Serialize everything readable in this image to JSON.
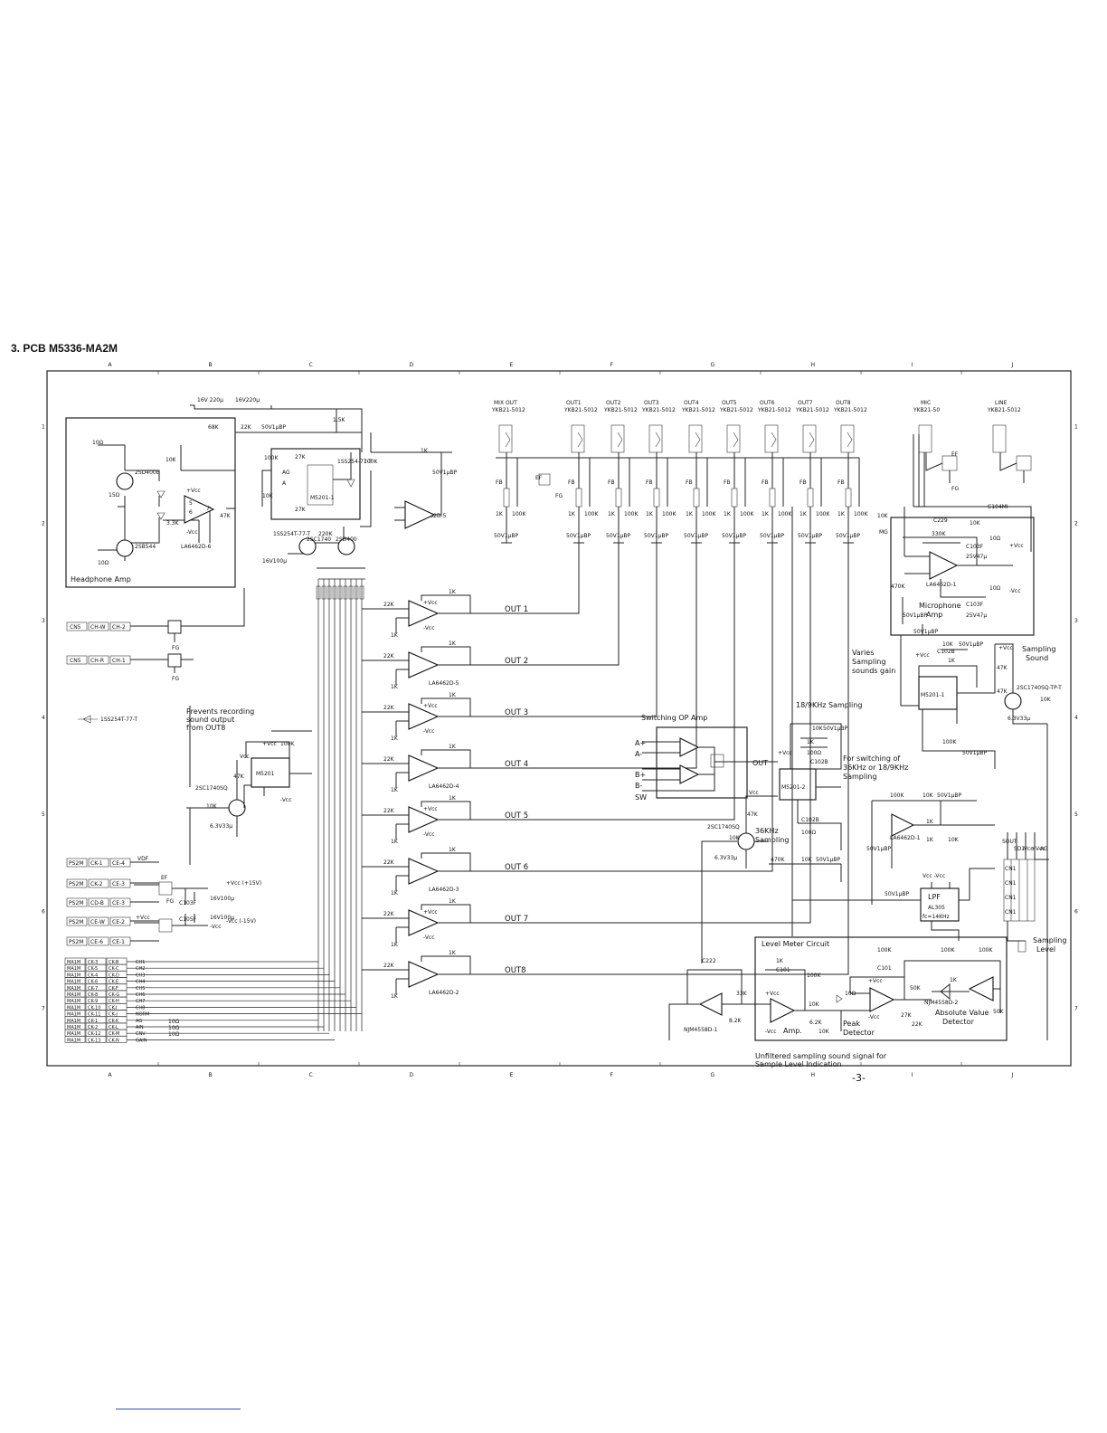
{
  "page": {
    "title": "3. PCB M5336-MA2M",
    "page_number": "-3-",
    "column_refs": [
      "A",
      "B",
      "C",
      "D",
      "E",
      "F",
      "G",
      "H",
      "I",
      "J"
    ],
    "row_refs": [
      "1",
      "2",
      "3",
      "4",
      "5",
      "6",
      "7"
    ]
  },
  "headphone_amp": {
    "label": "Headphone Amp",
    "parts": [
      "10Ω",
      "15Ω",
      "10Ω",
      "2SD400E",
      "2SB544",
      "3.3K",
      "10K",
      "+Vcc",
      "-Vcc",
      "LA6462D-6",
      "47K",
      "68K",
      "22K",
      "50V1μBP",
      "16V 220μ",
      "16V220μ",
      "1.5K"
    ],
    "opamp_pins": [
      "6",
      "5",
      "7"
    ]
  },
  "center_top": {
    "parts": [
      "27K",
      "27K",
      "1K",
      "100K",
      "100K",
      "220K",
      "10K",
      "2SC1740",
      "2SD400",
      "1SS254T-77-T",
      "16V100μ",
      "50V1μBP",
      "LA6462D-5",
      "AG",
      "A"
    ],
    "chip_label": "M5201-1",
    "misc": "1SS254-77-T"
  },
  "out_jacks": [
    {
      "name": "MIX OUT",
      "part": "YKB21-5012"
    },
    {
      "name": "OUT1",
      "part": "YKB21-5012"
    },
    {
      "name": "OUT2",
      "part": "YKB21-5012"
    },
    {
      "name": "OUT3",
      "part": "YKB21-5012"
    },
    {
      "name": "OUT4",
      "part": "YKB21-5012"
    },
    {
      "name": "OUT5",
      "part": "YKB21-5012"
    },
    {
      "name": "OUT6",
      "part": "YKB21-5012"
    },
    {
      "name": "OUT7",
      "part": "YKB21-5012"
    },
    {
      "name": "OUT8",
      "part": "YKB21-5012"
    }
  ],
  "jack_parts": [
    "FB",
    "1K",
    "100K",
    "50V1μBP",
    "FG",
    "EF"
  ],
  "input_jacks": [
    {
      "name": "MIC",
      "part": "YKB21-50"
    },
    {
      "name": "LINE",
      "part": "YKB21-5012"
    }
  ],
  "output_buffers": [
    {
      "label": "OUT 1",
      "chip": ""
    },
    {
      "label": "OUT 2",
      "chip": "LA6462D-5"
    },
    {
      "label": "OUT 3",
      "chip": ""
    },
    {
      "label": "OUT 4",
      "chip": "LA6462D-4"
    },
    {
      "label": "OUT 5",
      "chip": ""
    },
    {
      "label": "OUT 6",
      "chip": "LA6462D-3"
    },
    {
      "label": "OUT 7",
      "chip": ""
    },
    {
      "label": "OUT8",
      "chip": "LA6462D-2"
    }
  ],
  "buffer_parts": [
    "22K",
    "1K",
    "+Vcc",
    "-Vcc"
  ],
  "left_connectors": [
    {
      "a": "CN5",
      "b": "CH-W",
      "c": "CH-2"
    },
    {
      "a": "CN5",
      "b": "CH-R",
      "c": "CH-1"
    }
  ],
  "diode_ref": "1SS254T-77-T",
  "recording_note": [
    "Prevents recording",
    "sound output",
    "from OUT8"
  ],
  "rec_parts": [
    "M5201",
    "+Vcc",
    "-Vcc",
    "10K",
    "47K",
    "2SC1740SQ",
    "6.3V33μ",
    "100K",
    "Vcc"
  ],
  "ps_connectors": [
    {
      "a": "PS2M",
      "b": "CK-1",
      "c": "CE-4",
      "sig": "VDF"
    },
    {
      "a": "PS2M",
      "b": "CK-2",
      "c": "CE-3",
      "sig": "+Vcc (+15V)"
    },
    {
      "a": "PS2M",
      "b": "CD-B",
      "c": "CE-3",
      "sig": ""
    },
    {
      "a": "PS2M",
      "b": "CE-W",
      "c": "CE-2",
      "sig": "-Vcc (-15V)"
    },
    {
      "a": "PS2M",
      "b": "CE-6",
      "c": "CE-1",
      "sig": ""
    }
  ],
  "ps_parts": [
    "EF",
    "FG",
    "C103F",
    "16V100μ",
    "16V100μ",
    "C105F",
    "+Vcc",
    "-Vcc"
  ],
  "ma_connectors": [
    {
      "a": "MA1M",
      "b": "CK-3",
      "c": "CK-B",
      "sig": "CH1"
    },
    {
      "a": "MA1M",
      "b": "CK-5",
      "c": "CK-C",
      "sig": "CH2"
    },
    {
      "a": "MA1M",
      "b": "CK-4",
      "c": "CK-D",
      "sig": "CH3"
    },
    {
      "a": "MA1M",
      "b": "CK-6",
      "c": "CK-E",
      "sig": "CH4"
    },
    {
      "a": "MA1M",
      "b": "CK-7",
      "c": "CK-F",
      "sig": "CH5"
    },
    {
      "a": "MA1M",
      "b": "CK-8",
      "c": "CK-G",
      "sig": "CH6"
    },
    {
      "a": "MA1M",
      "b": "CK-9",
      "c": "CK-H",
      "sig": "CH7"
    },
    {
      "a": "MA1M",
      "b": "CK-10",
      "c": "CK-I",
      "sig": "CH8"
    },
    {
      "a": "MA1M",
      "b": "CK-11",
      "c": "CK-J",
      "sig": "NORM"
    },
    {
      "a": "MA1M",
      "b": "CK-1",
      "c": "CK-K",
      "sig": "AG"
    },
    {
      "a": "MA1M",
      "b": "CK-2",
      "c": "CK-L",
      "sig": "AIN"
    },
    {
      "a": "MA1M",
      "b": "CK-12",
      "c": "CK-M",
      "sig": "CNV"
    },
    {
      "a": "MA1M",
      "b": "CK-13",
      "c": "CK-N",
      "sig": "GAIN"
    }
  ],
  "ma_parts": [
    "10Ω",
    "10Ω",
    "10Ω"
  ],
  "switching_amp": {
    "title": "Switching OP Amp",
    "inputs": [
      "A+",
      "A-",
      "B+",
      "B-",
      "SW"
    ],
    "out_label": "OUT"
  },
  "sampling": {
    "label_1819": "18/9KHz  Sampling",
    "note_switch": [
      "For switching of",
      "36KHz  or  18/9KHz",
      "Sampling"
    ],
    "label_36": [
      "36KHz",
      "Sampling"
    ],
    "chip": "M5201-2",
    "parts": [
      "10K",
      "50V1μBP",
      "1K",
      "100Ω",
      "C102B",
      "C102B",
      "100Ω",
      "470K",
      "10K",
      "50V1μBP",
      "2SC1740SQ",
      "6.3V33μ",
      "47K",
      "10K",
      "+Vcc",
      "Vcc"
    ]
  },
  "microphone_amp": {
    "label": [
      "Microphone",
      "Amp"
    ],
    "chip": "LA6462D-1",
    "parts": [
      "C229",
      "330K",
      "C104MI",
      "10K",
      "10K",
      "50V1μBP",
      "50V1μBP",
      "470K",
      "10Ω",
      "10Ω",
      "+Vcc",
      "-Vcc",
      "25V47μ",
      "25V47μ",
      "C103F",
      "C103F",
      "MG",
      "FG",
      "EF"
    ]
  },
  "gain_section": {
    "note": [
      "Varies",
      "Sampling",
      "sounds gain"
    ],
    "chip": "M5201-1",
    "parts": [
      "10K",
      "50V1μBP",
      "1K",
      "C102B",
      "+Vcc",
      "100K",
      "50V1μBP"
    ],
    "sampling_sound": [
      "Sampling",
      "Sound"
    ],
    "transistor": "2SC1740SQ-TP-T",
    "t_parts": [
      "+Vcc",
      "47K",
      "47K",
      "6.3V33μ",
      "10K"
    ]
  },
  "lpf": {
    "title": "LPF",
    "part": "AL305",
    "fc": "fc=14KHz",
    "supply": "Vcc  -Vcc",
    "cap": "50V1μBP"
  },
  "small_opamp": {
    "chip": "LA6462D-1",
    "parts": [
      "100K",
      "10K",
      "50V1μBP",
      "50V1μBP",
      "1K",
      "1K",
      "10K"
    ]
  },
  "right_connector": {
    "sout": "SOUT",
    "pins": [
      "CN1",
      "CN1",
      "CN1",
      "CN1"
    ],
    "sig": [
      "SD1",
      "-Vcc",
      "+Vcc",
      "AG"
    ],
    "sampling_level": [
      "Sampling",
      "Level"
    ]
  },
  "level_meter": {
    "title": "Level Meter Circuit",
    "amp_label": "Amp.",
    "peak": [
      "Peak",
      "Detector"
    ],
    "absolute": [
      "Absolute Value",
      "Detector"
    ],
    "parts": [
      "C222",
      "33K",
      "8.2K",
      "NJM4558D-1",
      "1K",
      "100K",
      "+Vcc",
      "-Vcc",
      "C101",
      "10K",
      "10Ω",
      "100K",
      "C101",
      "+Vcc",
      "100K",
      "1K",
      "100K",
      "50K",
      "27K",
      "50K",
      "-Vcc",
      "NJM4558D-2",
      "6.2K",
      "10K",
      "22K"
    ]
  },
  "unfiltered_note": [
    "Unfiltered  sampling  sound  signal  for",
    "Sample  Level  Indication"
  ]
}
